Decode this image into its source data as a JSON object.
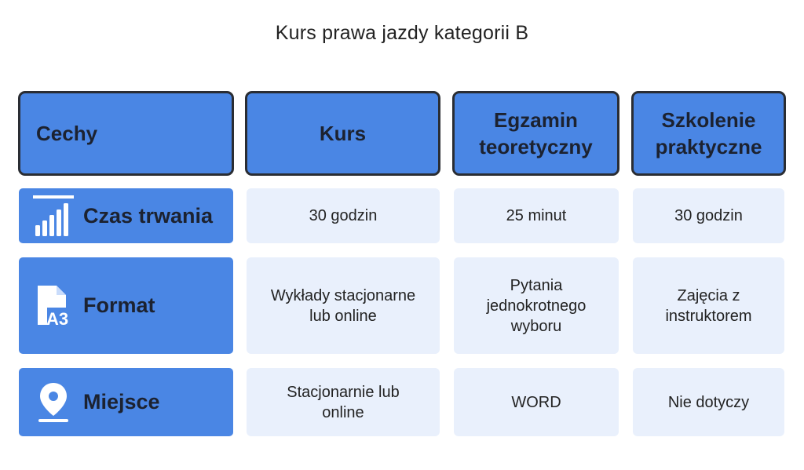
{
  "title": "Kurs prawa jazdy kategorii B",
  "headers": {
    "features": "Cechy",
    "course": "Kurs",
    "theory_exam_line1": "Egzamin",
    "theory_exam_line2": "teoretyczny",
    "practical_line1": "Szkolenie",
    "practical_line2": "praktyczne"
  },
  "rows": [
    {
      "label": "Czas trwania",
      "icon": "bar-chart-icon",
      "course": "30 godzin",
      "exam": "25 minut",
      "practical": "30 godzin"
    },
    {
      "label": "Format",
      "icon": "a3-document-icon",
      "course_line1": "Wykłady stacjonarne",
      "course_line2": "lub online",
      "exam_line1": "Pytania",
      "exam_line2": "jednokrotnego",
      "exam_line3": "wyboru",
      "practical_line1": "Zajęcia z",
      "practical_line2": "instruktorem"
    },
    {
      "label": "Miejsce",
      "icon": "location-pin-icon",
      "course_line1": "Stacjonarnie lub",
      "course_line2": "online",
      "exam": "WORD",
      "practical": "Nie dotyczy"
    }
  ],
  "colors": {
    "header_fill": "#4a86e4",
    "header_border": "#2a2d33",
    "data_fill": "#e9f0fc",
    "icon": "#ffffff"
  }
}
